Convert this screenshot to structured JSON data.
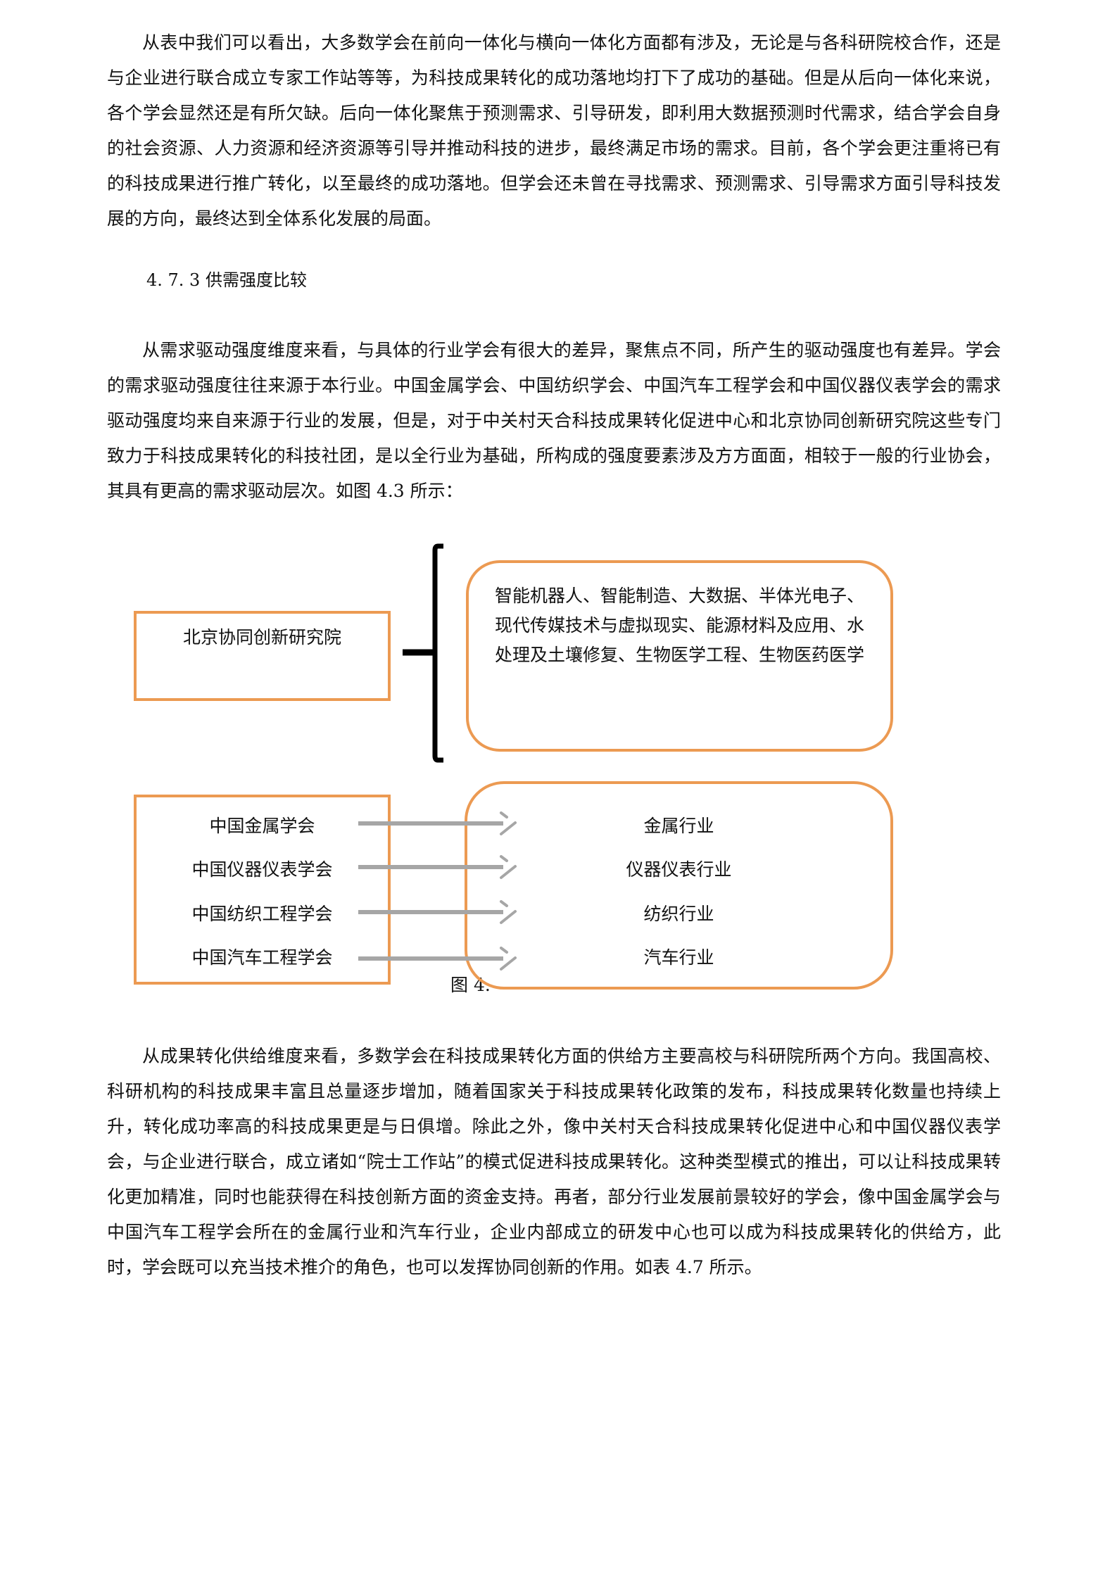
{
  "paragraphs": [
    "从表中我们可以看出，大多数学会在前向一体化与横向一体化方面都有涉及，无论是与各科研院校合作，还是与企业进行联合成立专家工作站等等，为科技成果转化的成功落地均打下了成功的基础。但是从后向一体化来说，各个学会显然还是有所欠缺。后向一体化聚焦于预测需求、引导研发，即利用大数据预测时代需求，结合学会自身的社会资源、人力资源和经济资源等引导并推动科技的进步，最终满足市场的需求。目前，各个学会更注重将已有的科技成果进行推广转化，以至最终的成功落地。但学会还未曾在寻找需求、预测需求、引导需求方面引导科技发展的方向，最终达到全体系化发展的局面。",
    "从需求驱动强度维度来看，与具体的行业学会有很大的差异，聚焦点不同，所产生的驱动强度也有差异。学会的需求驱动强度往往来源于本行业。中国金属学会、中国纺织学会、中国汽车工程学会和中国仪器仪表学会的需求驱动强度均来自来源于行业的发展，但是，对于中关村天合科技成果转化促进中心和北京协同创新研究院这些专门致力于科技成果转化的科技社团，是以全行业为基础，所构成的强度要素涉及方方面面，相较于一般的行业协会，其具有更高的需求驱动层次。如图 4.3 所示：",
    "从成果转化供给维度来看，多数学会在科技成果转化方面的供给方主要高校与科研院所两个方向。我国高校、科研机构的科技成果丰富且总量逐步增加，随着国家关于科技成果转化政策的发布，科技成果转化数量也持续上升，转化成功率高的科技成果更是与日俱增。除此之外，像中关村天合科技成果转化促进中心和中国仪器仪表学会，与企业进行联合，成立诸如“院士工作站”的模式促进科技成果转化。这种类型模式的推出，可以让科技成果转化更加精准，同时也能获得在科技创新方面的资金支持。再者，部分行业发展前景较好的学会，像中国金属学会与中国汽车工程学会所在的金属行业和汽车行业，企业内部成立的研发中心也可以成为科技成果转化的供给方，此时，学会既可以充当技术推介的角色，也可以发挥协同创新的作用。如表 4.7 所示。"
  ],
  "section_heading": "4. 7. 3  供需强度比较",
  "figure": {
    "top_source": "北京协同创新研究院",
    "top_targets": "智能机器人、智能制造、大数据、半体光电子、现代传媒技术与虚拟现实、能源材料及应用、水处理及土壤修复、生物医学工程、生物医药医学",
    "societies": [
      "中国金属学会",
      "中国仪器仪表学会",
      "中国纺织工程学会",
      "中国汽车工程学会"
    ],
    "industries": [
      "金属行业",
      "仪器仪表行业",
      "纺织行业",
      "汽车行业"
    ],
    "caption_visible": "图 4.",
    "colors": {
      "box_border": "#ec9a52",
      "arrow": "#a6a6a6",
      "brace": "#000000"
    }
  }
}
